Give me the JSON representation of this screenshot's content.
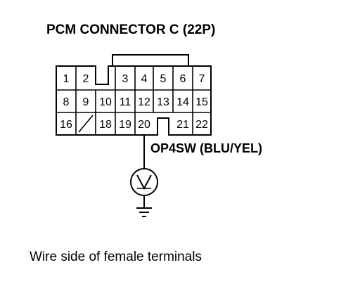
{
  "title": "PCM CONNECTOR C (22P)",
  "wire_label": "OP4SW (BLU/YEL)",
  "caption": "Wire side of female terminals",
  "connector": {
    "rows": [
      [
        "1",
        "2",
        "",
        "3",
        "4",
        "5",
        "6",
        "7"
      ],
      [
        "8",
        "9",
        "10",
        "11",
        "12",
        "13",
        "14",
        "15"
      ],
      [
        "16",
        "",
        "18",
        "19",
        "20",
        "",
        "21",
        "22"
      ]
    ],
    "probed_pin": "20"
  },
  "meter": {
    "symbol": "V"
  },
  "colors": {
    "line": "#000000",
    "background": "#ffffff"
  }
}
